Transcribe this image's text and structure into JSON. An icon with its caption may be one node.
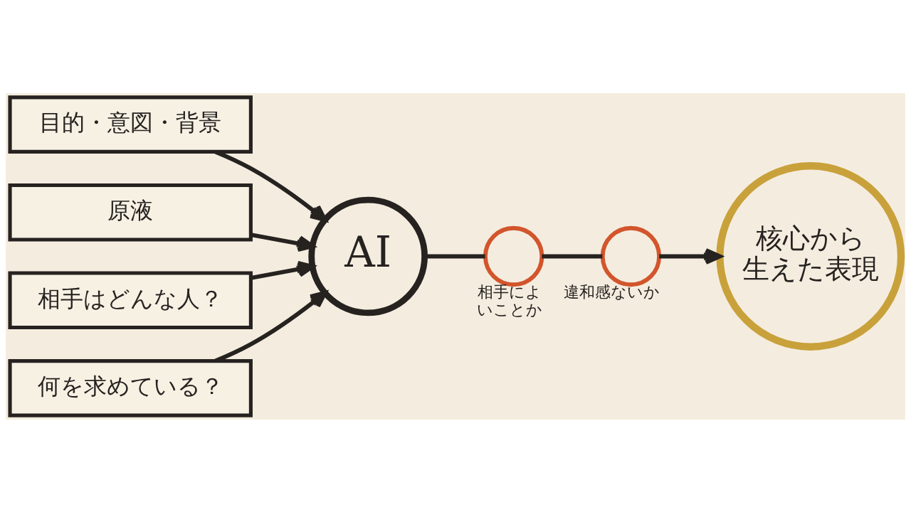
{
  "diagram": {
    "nodes": [
      {
        "text": [
          "目的・意図・背景"
        ]
      },
      {
        "text": [
          "原液"
        ]
      },
      {
        "text": [
          "相手はどんな人？"
        ]
      },
      {
        "text": [
          "何を求めている？"
        ]
      },
      {
        "text": [
          "AI"
        ]
      },
      {
        "text": [],
        "shape": "circle",
        "beside": [
          "相手によいことか"
        ]
      },
      {
        "text": [],
        "shape": "circle",
        "beside": [
          "違和感ないか"
        ]
      },
      {
        "text": [
          "核心から生えた表現"
        ]
      }
    ],
    "edges": [
      {
        "from": 0,
        "to": 4,
        "arrow": "to"
      },
      {
        "from": 1,
        "to": 4,
        "arrow": "to"
      },
      {
        "from": 2,
        "to": 4,
        "arrow": "to"
      },
      {
        "from": 3,
        "to": 4,
        "arrow": "to"
      },
      {
        "from": 4,
        "to": 5,
        "arrow": "none"
      },
      {
        "from": 5,
        "to": 6,
        "arrow": "none"
      },
      {
        "from": 6,
        "to": 7,
        "arrow": "to"
      }
    ]
  }
}
